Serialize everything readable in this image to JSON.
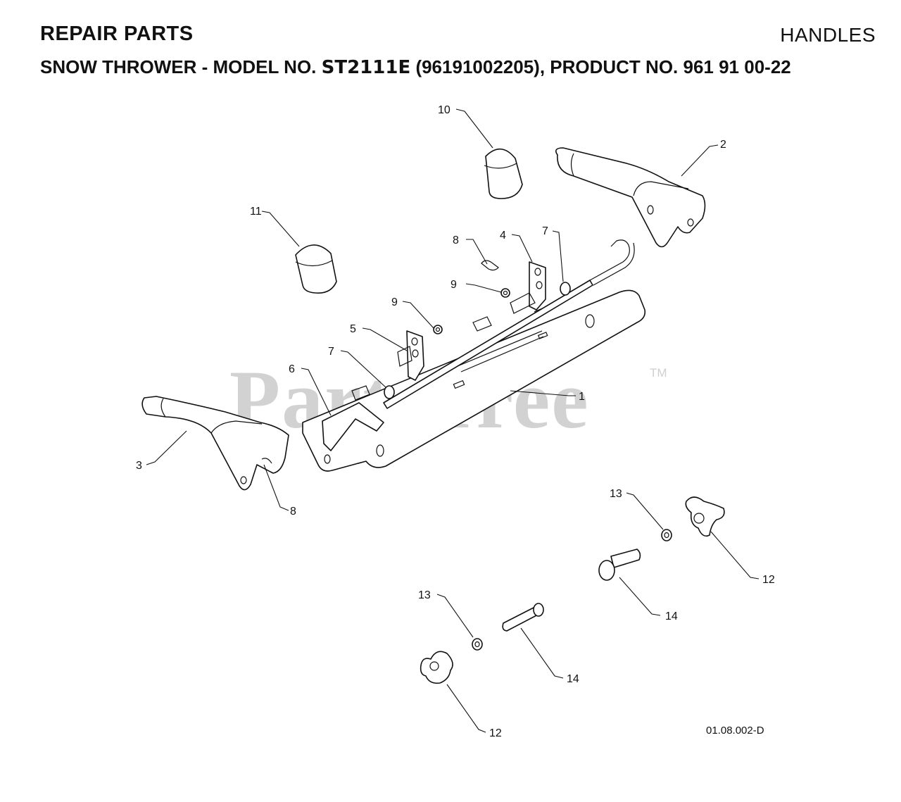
{
  "header": {
    "title": "REPAIR PARTS",
    "section": "HANDLES",
    "subtitle_prefix": "SNOW THROWER - MODEL NO. ",
    "model": "ST2111E",
    "subtitle_suffix": " (96191002205), PRODUCT NO. 961 91 00-22"
  },
  "watermark": {
    "text": "PartsTree",
    "tm": "TM"
  },
  "drawing_number": "01.08.002-D",
  "callouts": {
    "c1": "1",
    "c2": "2",
    "c3": "3",
    "c4": "4",
    "c5": "5",
    "c6": "6",
    "c7a": "7",
    "c7b": "7",
    "c8a": "8",
    "c8b": "8",
    "c9a": "9",
    "c9b": "9",
    "c10": "10",
    "c11": "11",
    "c12a": "12",
    "c12b": "12",
    "c13a": "13",
    "c13b": "13",
    "c14a": "14",
    "c14b": "14"
  }
}
